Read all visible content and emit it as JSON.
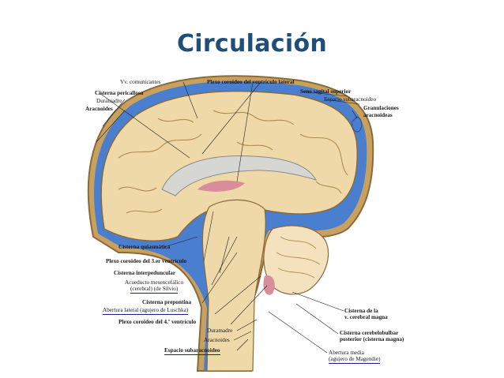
{
  "title": "Circulación",
  "labels": {
    "vv_comunicantes": "Vv. comunicantes",
    "plexo_lateral": "Plexo coroideo del ventrículo lateral",
    "cisterna_pericallosa": "Cisterna pericallosa",
    "seno_sagital": "Seno sagital superior",
    "duramadre_top": "Duramadre",
    "espacio_sub_top": "Espacio subaracnoideo",
    "aracnoides_top": "Aracnoides",
    "granulaciones": "Granulaciones",
    "aracnoideas": "aracnoideas",
    "cisterna_quiasmatica": "Cisterna quiasmática",
    "plexo_3": "Plexo coroideo del 3.er ventrículo",
    "cisterna_interpeduncular": "Cisterna interpeduncular",
    "acueducto": "Acueducto mesencefálico",
    "acueducto_2": "(cerebral) (de Silvio)",
    "cisterna_prepontina": "Cisterna prepontina",
    "abertura_lateral": "Abertura lateral (agujero de Luschka)",
    "plexo_4": "Plexo coroideo del 4.º ventrículo",
    "duramadre_bottom": "Duramadre",
    "aracnoides_bottom": "Aracnoides",
    "espacio_sub_bottom": "Espacio subaracnoideo",
    "cisterna_vcm_1": "Cisterna de la",
    "cisterna_vcm_2": "v. cerebral magna",
    "cisterna_cb_1": "Cisterna cerebelobulbar",
    "cisterna_cb_2": "posterior (cisterna magna)",
    "abertura_media_1": "Abertura media",
    "abertura_media_2": "(agujero de Magendie)"
  },
  "colors": {
    "title": "#1f4e79",
    "csf_space": "#4a7ecf",
    "brain": "#efd9a8",
    "brain_outline": "#8a6a3a",
    "corpus_callosum": "#d6d6d2",
    "choroid_plexus": "#d98c9a",
    "dura": "#b07a40"
  }
}
